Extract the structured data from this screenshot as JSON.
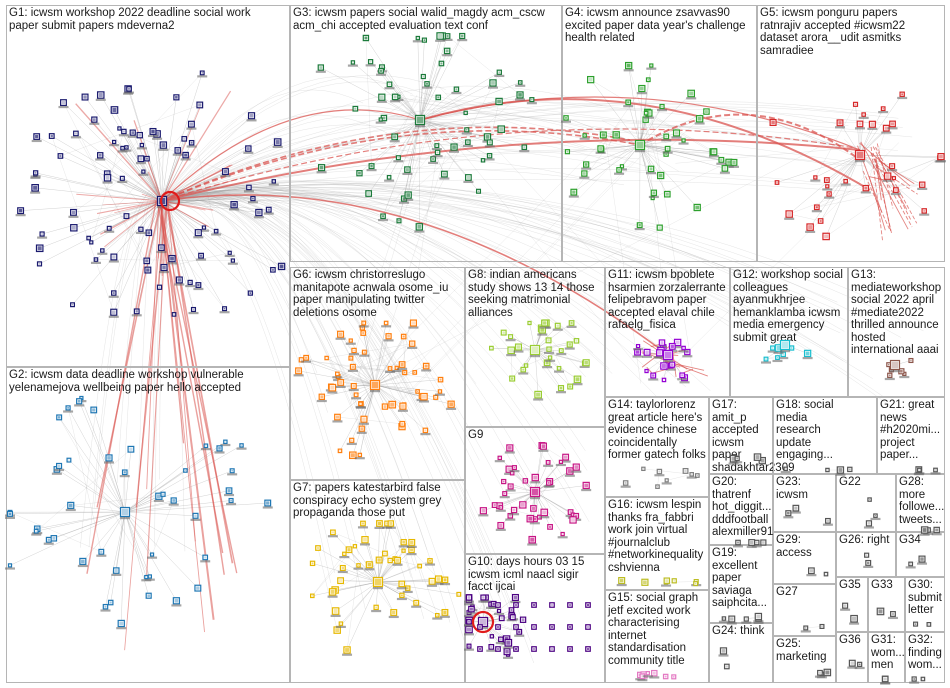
{
  "groups": [
    {
      "id": "G1",
      "label": "G1: icwsm workshop 2022 deadline social work\npaper submit papers mdeverna2",
      "color": "#1a1a6e"
    },
    {
      "id": "G2",
      "label": "G2: icwsm data deadline workshop vulnerable\nyelenamejova wellbeing paper hello accepted",
      "color": "#1f77b4"
    },
    {
      "id": "G3",
      "label": "G3: icwsm papers social walid_magdy acm_cscw\nacm_chi accepted evaluation text conf",
      "color": "#1b7a3a"
    },
    {
      "id": "G4",
      "label": "G4: icwsm announce zsavvas90\nexcited paper data year's challenge\nhealth related",
      "color": "#2ca02c"
    },
    {
      "id": "G5",
      "label": "G5: icwsm ponguru papers\nratnrajiv accepted #icwsm22\ndataset arora__udit asmitks\nsamradiee",
      "color": "#d62728"
    },
    {
      "id": "G6",
      "label": "G6: icwsm christorreslugo\nmanitapote acnwala osome_iu\npaper manipulating twitter\ndeletions osome",
      "color": "#ff7f0e"
    },
    {
      "id": "G7",
      "label": "G7: papers katestarbird false\nconspiracy echo system grey\npropaganda those put",
      "color": "#e6b800"
    },
    {
      "id": "G8",
      "label": "G8: indian americans\nstudy shows 13 14 those\nseeking matrimonial\nalliances",
      "color": "#9acd32"
    },
    {
      "id": "G9",
      "label": "G9",
      "color": "#c71585"
    },
    {
      "id": "G10",
      "label": "G10: days hours 03 15\nicwsm icml naacl sigir\nfacct ijcai",
      "color": "#4b0082"
    },
    {
      "id": "G11",
      "label": "G11: icwsm bpoblete\nhsarmien zorzalerrante\nfelipebravom paper\naccepted elaval chile\nrafaelg_fisica",
      "color": "#9400d3"
    },
    {
      "id": "G12",
      "label": "G12: workshop social\ncolleagues\nayanmukhrjee\nhemanklamba icwsm\nmedia emergency\nsubmit great",
      "color": "#17becf"
    },
    {
      "id": "G13",
      "label": "G13:\nmediateworkshop\nsocial 2022 april\n#mediate2022\nthrilled announce\nhosted\ninternational aaai",
      "color": "#8c564b"
    },
    {
      "id": "G14",
      "label": "G14: taylorlorenz\ngreat article here's\nevidence chinese\ncoincidentally\nformer gatech folks",
      "color": "#7f7f7f"
    },
    {
      "id": "G15",
      "label": "G15: social graph\njetf excited work\ncharacterising\ninternet\nstandardisation\ncommunity title",
      "color": "#e377c2"
    },
    {
      "id": "G16",
      "label": "G16: icwsm lespin\nthanks fra_fabbri\nwork join virtual\n#journalclub\n#networkinequality\ncshvienna",
      "color": "#bcbd22"
    },
    {
      "id": "G17",
      "label": "G17: amit_p\naccepted icwsm\npaper\nshadakhtar2309",
      "color": "#555"
    },
    {
      "id": "G18",
      "label": "G18: social\nmedia\nresearch\nupdate\nengaging...",
      "color": "#555"
    },
    {
      "id": "G19",
      "label": "G19:\nexcellent\npaper\nsaviaga\nsaiphcita...",
      "color": "#555"
    },
    {
      "id": "G20",
      "label": "G20:\nthatrenf\nhot_diggit...\ndddfootball\nalexmiller91",
      "color": "#555"
    },
    {
      "id": "G21",
      "label": "G21: great\nnews\n#h2020mi...\nproject\npaper...",
      "color": "#555"
    },
    {
      "id": "G22",
      "label": "G22",
      "color": "#555"
    },
    {
      "id": "G23",
      "label": "G23:\nicwsm",
      "color": "#555"
    },
    {
      "id": "G24",
      "label": "G24: think",
      "color": "#555"
    },
    {
      "id": "G25",
      "label": "G25:\nmarketing",
      "color": "#555"
    },
    {
      "id": "G26",
      "label": "G26: right",
      "color": "#555"
    },
    {
      "id": "G27",
      "label": "G27",
      "color": "#555"
    },
    {
      "id": "G28",
      "label": "G28:\nmore\nfollowe...\ntweets...",
      "color": "#555"
    },
    {
      "id": "G29",
      "label": "G29:\naccess",
      "color": "#555"
    },
    {
      "id": "G30",
      "label": "G30:\nsubmit\nletter",
      "color": "#555"
    },
    {
      "id": "G31",
      "label": "G31:\nwom...\nmen",
      "color": "#555"
    },
    {
      "id": "G32",
      "label": "G32:\nfinding\nwom...",
      "color": "#555"
    },
    {
      "id": "G33",
      "label": "G33",
      "color": "#555"
    },
    {
      "id": "G34",
      "label": "G34",
      "color": "#555"
    },
    {
      "id": "G35",
      "label": "G35",
      "color": "#555"
    },
    {
      "id": "G36",
      "label": "G36",
      "color": "#555"
    }
  ],
  "colors": {
    "edge_gray": "#9a9a9a",
    "edge_red": "#d9534f",
    "hub_ring": "#e01b1b"
  }
}
